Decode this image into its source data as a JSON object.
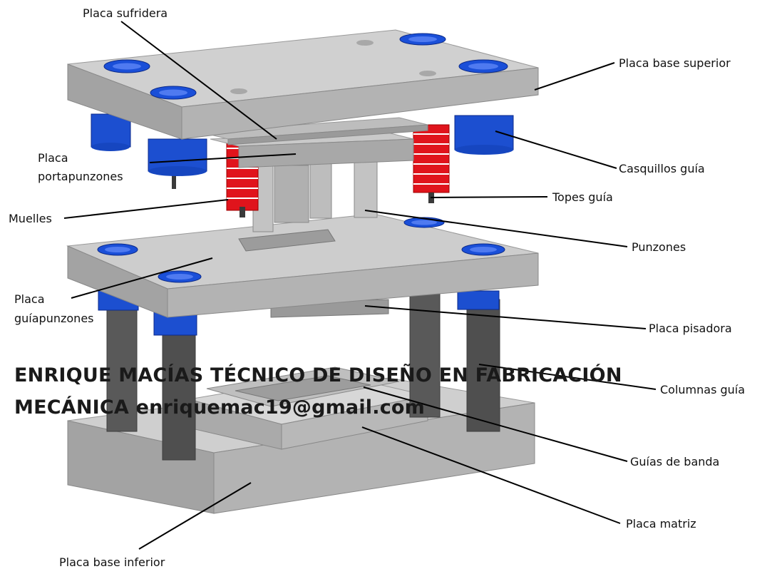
{
  "labels": {
    "placa_sufridera": "Placa sufridera",
    "placa_base_superior": "Placa base superior",
    "placa_portapunzones_1": "Placa",
    "placa_portapunzones_2": "portapunzones",
    "casquillos_guia": "Casquillos guía",
    "topes_guia": "Topes guía",
    "muelles": "Muelles",
    "punzones": "Punzones",
    "placa_guiapunzones_1": "Placa",
    "placa_guiapunzones_2": "guíapunzones",
    "placa_pisadora": "Placa pisadora",
    "columnas_guia": "Columnas guía",
    "guias_de_banda": "Guías de banda",
    "placa_matriz": "Placa matriz",
    "placa_base_inferior": "Placa base inferior"
  },
  "watermark": {
    "line1": "ENRIQUE MACÍAS TÉCNICO DE DISEÑO EN FABRICACIÓN",
    "line2": "MECÁNICA enriquemac19@gmail.com"
  },
  "colors": {
    "steel_top": "#c8c8c8",
    "steel_side": "#a4a4a4",
    "steel_dark": "#8a8a8a",
    "bushing_blue": "#1646c8",
    "spring_red": "#e0141c",
    "column_dark": "#555555",
    "leader_line": "#000000"
  }
}
